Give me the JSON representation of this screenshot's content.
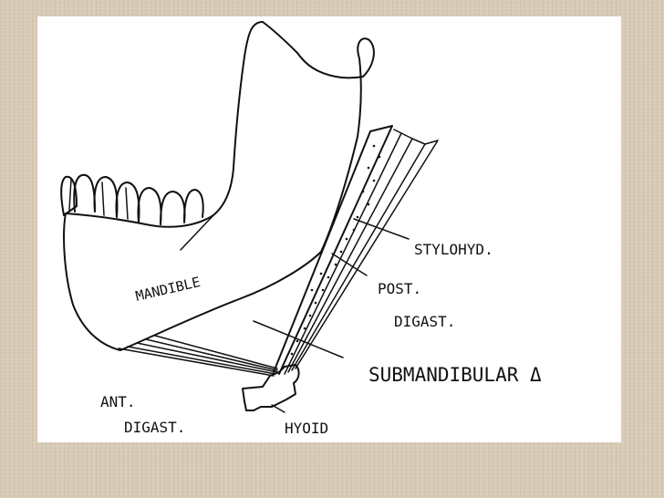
{
  "labels": {
    "mandible": "MANDIBLE",
    "stylohyoid": "STYLOHYD.",
    "post_digastric_1": "POST.",
    "post_digastric_2": "DIGAST.",
    "submandibular": "SUBMANDIBULAR Δ",
    "ant_digastric_1": "ANT.",
    "ant_digastric_2": "DIGAST.",
    "hyoid": "HYOID"
  },
  "colors": {
    "background": "#d8cbb6",
    "panel": "#ffffff",
    "ink": "#111111"
  }
}
